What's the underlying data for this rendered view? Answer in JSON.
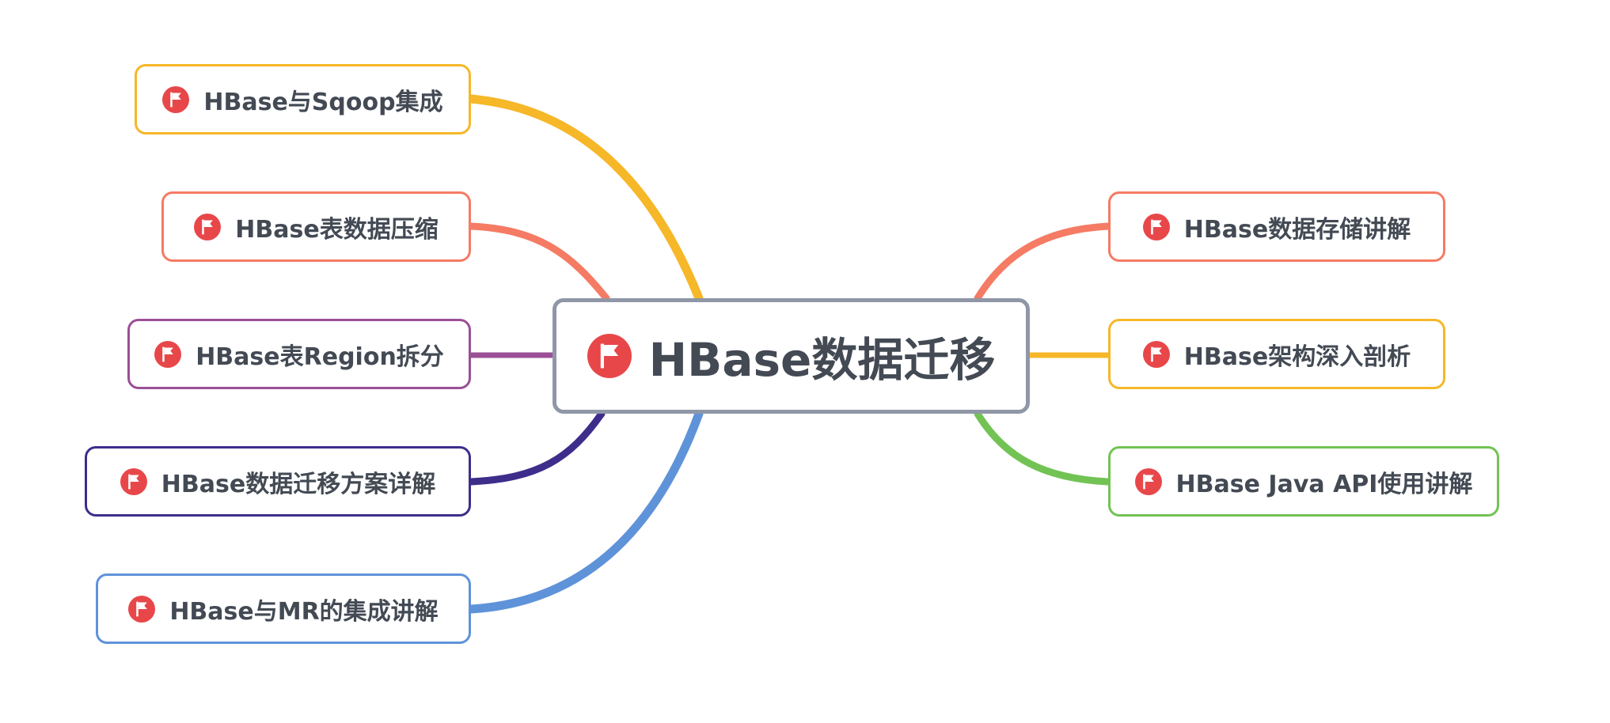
{
  "mindmap": {
    "central": {
      "title": "HBase数据迁移",
      "icon": "flag-icon"
    },
    "left_topics": [
      {
        "label": "HBase与Sqoop集成",
        "color": "#f6b728",
        "icon": "flag-icon"
      },
      {
        "label": "HBase表数据压缩",
        "color": "#f57b64",
        "icon": "flag-icon"
      },
      {
        "label": "HBase表Region拆分",
        "color": "#9b4f96",
        "icon": "flag-icon"
      },
      {
        "label": "HBase数据迁移方案详解",
        "color": "#3f2d8c",
        "icon": "flag-icon"
      },
      {
        "label": "HBase与MR的集成讲解",
        "color": "#5f93d9",
        "icon": "flag-icon"
      }
    ],
    "right_topics": [
      {
        "label": "HBase数据存储讲解",
        "color": "#f57b64",
        "icon": "flag-icon"
      },
      {
        "label": "HBase架构深入剖析",
        "color": "#f6b728",
        "icon": "flag-icon"
      },
      {
        "label": "HBase Java API使用讲解",
        "color": "#72c354",
        "icon": "flag-icon"
      }
    ],
    "central_border_color": "#8f97a7",
    "flag_color": "#e8474a"
  }
}
